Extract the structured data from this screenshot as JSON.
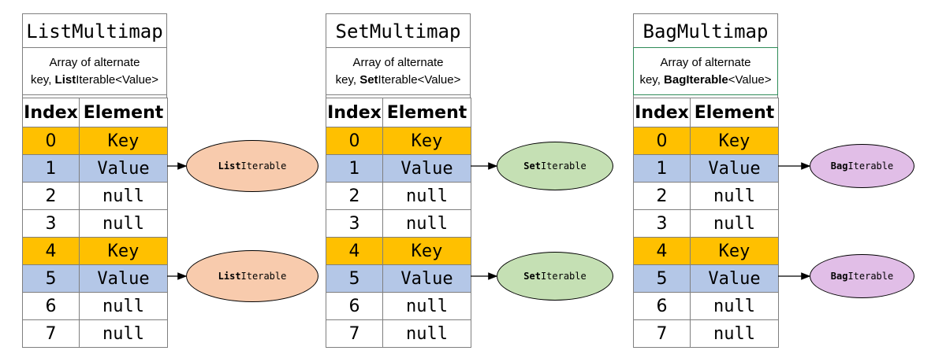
{
  "panels": [
    {
      "title": "ListMultimap",
      "desc_line1": "Array of alternate",
      "desc_prefix": "key, ",
      "desc_bold": "List",
      "desc_rest": "Iterable<Value>",
      "node_bold": "List",
      "node_rest": "Iterable",
      "node_color": "#f8cbad"
    },
    {
      "title": "SetMultimap",
      "desc_line1": "Array of alternate",
      "desc_prefix": "key, ",
      "desc_bold": "Set",
      "desc_rest": "Iterable<Value>",
      "node_bold": "Set",
      "node_rest": "Iterable",
      "node_color": "#c5e0b4"
    },
    {
      "title": "BagMultimap",
      "desc_line1": "Array of alternate",
      "desc_prefix": "key, ",
      "desc_bold": "BagIterable",
      "desc_rest": "<Value>",
      "node_bold": "Bag",
      "node_rest": "Iterable",
      "node_color": "#e1bee7"
    }
  ],
  "table": {
    "header_index": "Index",
    "header_element": "Element",
    "rows": [
      {
        "index": "0",
        "element": "Key"
      },
      {
        "index": "1",
        "element": "Value"
      },
      {
        "index": "2",
        "element": "null"
      },
      {
        "index": "3",
        "element": "null"
      },
      {
        "index": "4",
        "element": "Key"
      },
      {
        "index": "5",
        "element": "Value"
      },
      {
        "index": "6",
        "element": "null"
      },
      {
        "index": "7",
        "element": "null"
      }
    ]
  },
  "colors": {
    "key_row": "#ffc000",
    "value_row": "#b4c7e7",
    "border": "#7f7f7f"
  }
}
